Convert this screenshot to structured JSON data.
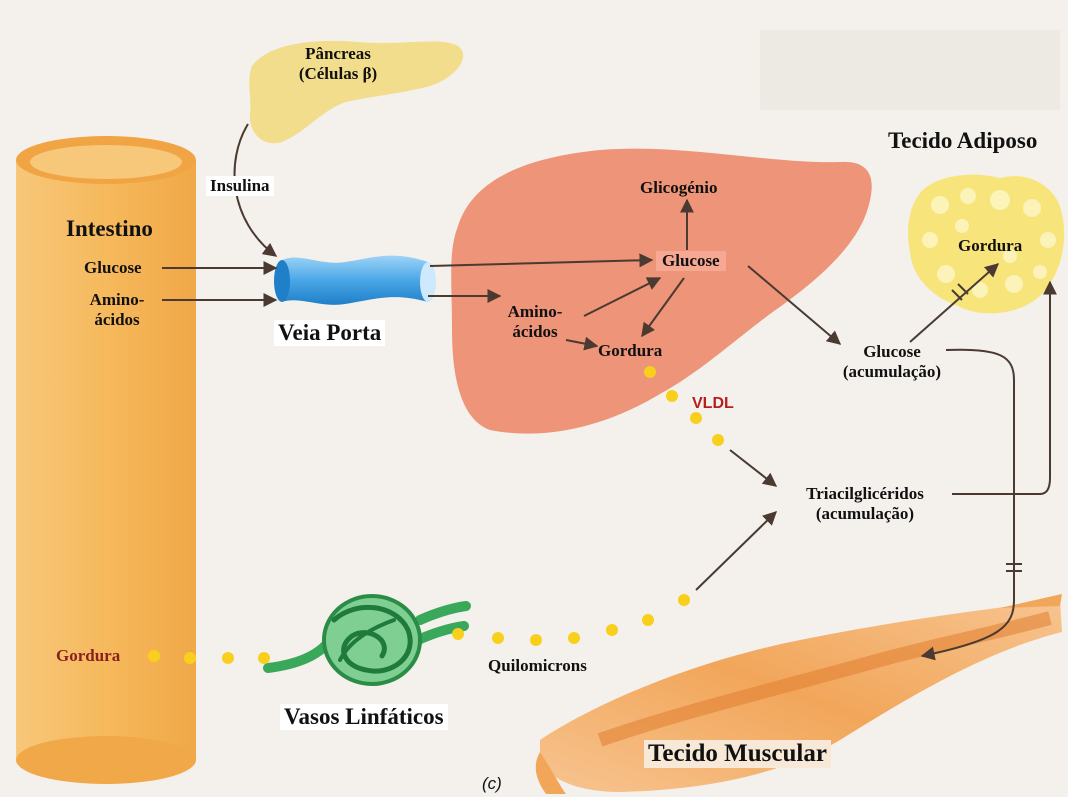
{
  "figure": {
    "caption": "(c)",
    "colors": {
      "intestine": "#f6b95c",
      "pancreas": "#f2dd8c",
      "liver": "#ee9478",
      "portal_vein": "#4aa7e6",
      "lymph": "#3aa85a",
      "adipose": "#f7e57c",
      "muscle": "#f2a65a",
      "fat_dots": "#f9cf1d",
      "arrow": "#4a3a32",
      "vldl_text": "#b81e1e"
    },
    "organs": {
      "pancreas": {
        "line1": "Pâncreas",
        "line2": "(Células β)"
      },
      "intestine": {
        "title": "Intestino",
        "glucose": "Glucose",
        "amino1": "Amino-",
        "amino2": "ácidos",
        "fat": "Gordura"
      },
      "portal_vein": {
        "label": "Veia Porta",
        "hormone": "Insulina"
      },
      "liver": {
        "glycogen": "Glicogénio",
        "glucose": "Glucose",
        "amino1": "Amino-",
        "amino2": "ácidos",
        "fat": "Gordura",
        "vldl": "VLDL"
      },
      "adipose": {
        "title": "Tecido Adiposo",
        "fat": "Gordura"
      },
      "storage": {
        "glucose1": "Glucose",
        "glucose2": "(acumulação)",
        "tg1": "Triacilglicéridos",
        "tg2": "(acumulação)"
      },
      "lymph": {
        "title": "Vasos Linfáticos",
        "chylomicrons": "Quilomicrons"
      },
      "muscle": {
        "title": "Tecido Muscular"
      }
    }
  }
}
